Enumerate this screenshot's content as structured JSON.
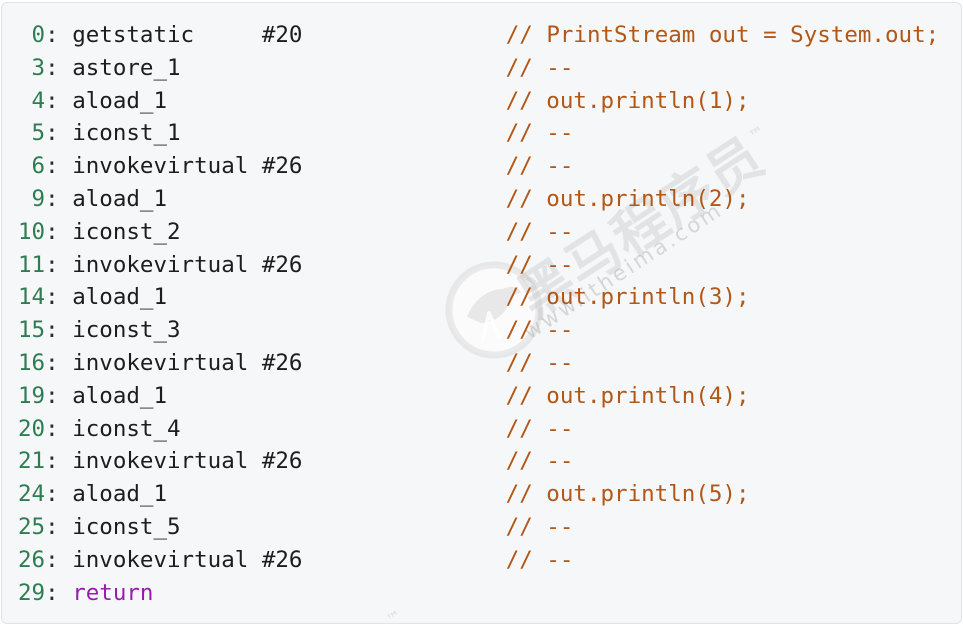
{
  "code_block": {
    "language": "java-bytecode",
    "colors": {
      "background": "#f6f7f8",
      "border": "#e0e3e8",
      "line_number": "#2e7d52",
      "instruction": "#1d1d1f",
      "comment": "#b25715",
      "return_keyword": "#9a1cae"
    },
    "lines": [
      {
        "num": "0",
        "instr": "getstatic",
        "operand": "#20",
        "comment": "// PrintStream out = System.out;",
        "keyword": false
      },
      {
        "num": "3",
        "instr": "astore_1",
        "operand": "",
        "comment": "// --",
        "keyword": false
      },
      {
        "num": "4",
        "instr": "aload_1",
        "operand": "",
        "comment": "// out.println(1);",
        "keyword": false
      },
      {
        "num": "5",
        "instr": "iconst_1",
        "operand": "",
        "comment": "// --",
        "keyword": false
      },
      {
        "num": "6",
        "instr": "invokevirtual",
        "operand": "#26",
        "comment": "// --",
        "keyword": false
      },
      {
        "num": "9",
        "instr": "aload_1",
        "operand": "",
        "comment": "// out.println(2);",
        "keyword": false
      },
      {
        "num": "10",
        "instr": "iconst_2",
        "operand": "",
        "comment": "// --",
        "keyword": false
      },
      {
        "num": "11",
        "instr": "invokevirtual",
        "operand": "#26",
        "comment": "// --",
        "keyword": false
      },
      {
        "num": "14",
        "instr": "aload_1",
        "operand": "",
        "comment": "// out.println(3);",
        "keyword": false
      },
      {
        "num": "15",
        "instr": "iconst_3",
        "operand": "",
        "comment": "// --",
        "keyword": false
      },
      {
        "num": "16",
        "instr": "invokevirtual",
        "operand": "#26",
        "comment": "// --",
        "keyword": false
      },
      {
        "num": "19",
        "instr": "aload_1",
        "operand": "",
        "comment": "// out.println(4);",
        "keyword": false
      },
      {
        "num": "20",
        "instr": "iconst_4",
        "operand": "",
        "comment": "// --",
        "keyword": false
      },
      {
        "num": "21",
        "instr": "invokevirtual",
        "operand": "#26",
        "comment": "// --",
        "keyword": false
      },
      {
        "num": "24",
        "instr": "aload_1",
        "operand": "",
        "comment": "// out.println(5);",
        "keyword": false
      },
      {
        "num": "25",
        "instr": "iconst_5",
        "operand": "",
        "comment": "// --",
        "keyword": false
      },
      {
        "num": "26",
        "instr": "invokevirtual",
        "operand": "#26",
        "comment": "// --",
        "keyword": false
      },
      {
        "num": "29",
        "instr": "return",
        "operand": "",
        "comment": "",
        "keyword": true
      }
    ]
  },
  "watermark": {
    "brand_text": "黑马程序员",
    "trademark": "™",
    "url_text": "www.itheima.com"
  }
}
